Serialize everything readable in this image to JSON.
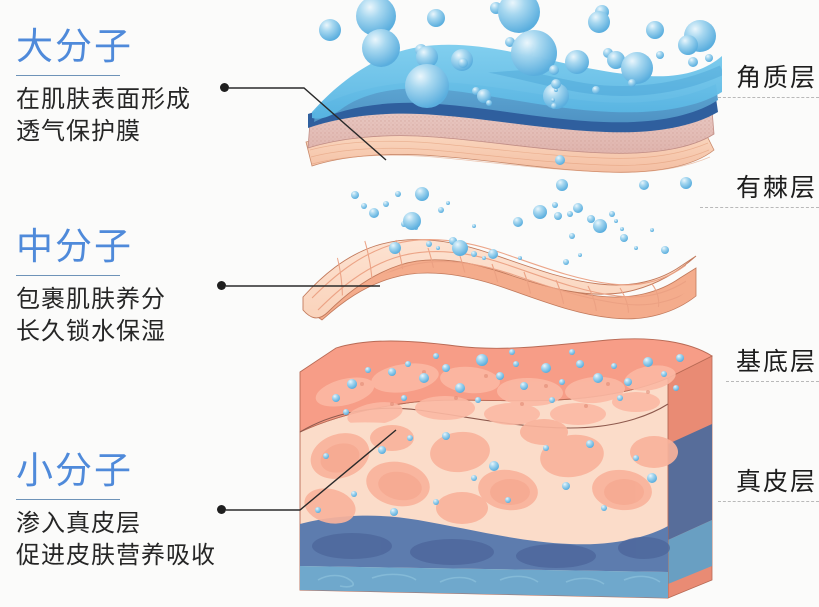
{
  "background_color": "#fbfbfa",
  "accent_color": "#4f8ada",
  "text_color": "#262626",
  "rule_color": "#6e93b8",
  "dash_color": "#b9b9b9",
  "molecule_sections": [
    {
      "heading": "大分子",
      "lines": [
        "在肌肤表面形成",
        "透气保护膜"
      ],
      "desc": "在肌肤表面形成透气保护膜"
    },
    {
      "heading": "中分子",
      "lines": [
        "包裹肌肤养分",
        "长久锁水保湿"
      ],
      "desc": "包裹肌肤养分长久锁水保湿"
    },
    {
      "heading": "小分子",
      "lines": [
        "渗入真皮层",
        "促进皮肤营养吸收"
      ],
      "desc": "渗入真皮层促进皮肤营养吸收"
    }
  ],
  "skin_layers": [
    {
      "label": "角质层"
    },
    {
      "label": "有棘层"
    },
    {
      "label": "基底层"
    },
    {
      "label": "真皮层"
    }
  ],
  "illustration": {
    "top_sheet_color": "#6cc0e8",
    "top_sheet_shadow_color": "#5b9fd0",
    "top_sheet_edge_color": "#2f5f9e",
    "bubble_color": "#7ec4ea",
    "bubble_highlight": "#d8ecf8",
    "speckle_layer_color": "#e7c3bc",
    "stripe_layer_color": "#f6c8ae",
    "mesh_sheet_color": "#fadcc8",
    "mesh_line_color": "#e9a889",
    "block_top_color": "#f79d87",
    "block_mid_color": "#fbd9c6",
    "block_dermis_color": "#5d7cae",
    "block_base_color": "#6fa8cc"
  }
}
